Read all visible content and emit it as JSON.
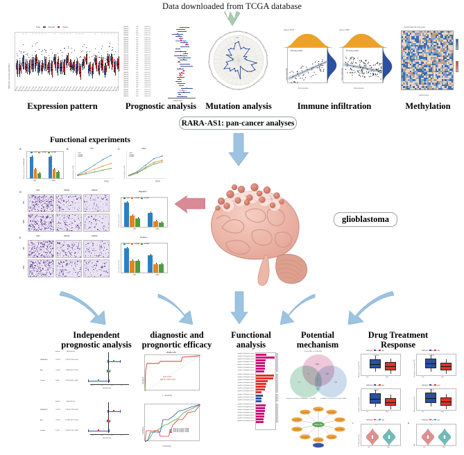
{
  "figure": {
    "header_title": "Data downloaded from TCGA database",
    "center_callout": "RARA-AS1: pan-cancer analyses",
    "disease_callout": "glioblastoma",
    "functional_header": "Functional experiments"
  },
  "colors": {
    "normal_blue": "#2c4b8e",
    "tumor_red": "#a8201a",
    "arrow_green": "#a9ccae",
    "arrow_blue": "#9cc3e0",
    "arrow_pink": "#d98a96",
    "brain_pink": "#eeb0a4",
    "tumor_nodule": "#d4796b",
    "go_bp": "#cc1177",
    "go_cc": "#e03127",
    "go_mf": "#2b4fa2",
    "venn_pink": "#e7b3cc",
    "venn_green": "#a8d5c0",
    "venn_blue": "#b9cfe6",
    "node_orange": "#f0a43c",
    "node_green": "#5aa84f",
    "node_blue": "#3b55a4",
    "shrna1_orange": "#e8821a",
    "shrna2_green": "#4a9e3f",
    "shnc_blue": "#2e7fc1",
    "violin_red": "#e06666",
    "violin_teal": "#3aa9a2",
    "heatmap_blue": "#3b6fb0",
    "heatmap_tan": "#c8a183"
  },
  "top_row": [
    {
      "id": "expression-pattern",
      "label": "Expression pattern",
      "chart_type": "boxplot",
      "ylabel": "RARA-AS1 expression log2(TPM+1)",
      "legend_title": "Type",
      "legend": [
        "Normal",
        "Tumor"
      ],
      "yticks": [
        "0.0",
        "2.5",
        "5.0",
        "7.5"
      ]
    },
    {
      "id": "prognostic-analysis",
      "label": "Prognostic analysis",
      "chart_type": "forest",
      "columns": [
        "Cancer",
        "pvalue",
        "Hazard ratio"
      ],
      "xlabel": "Hazard ratio"
    },
    {
      "id": "mutation-analysis",
      "label": "Mutation analysis",
      "chart_type": "radar",
      "ring_labels": [
        "0.25",
        "-0.25"
      ]
    },
    {
      "id": "immune-infiltration",
      "label": "Immune infiltration",
      "chart_type": "scatter",
      "subplots": [
        {
          "title": "Cancer: KICH",
          "xlabel": "Immunescore",
          "ylabel": "Gene expression"
        },
        {
          "title": "Cancer: KIRP",
          "xlabel": "Immunescore",
          "ylabel": "Gene expression"
        }
      ]
    },
    {
      "id": "methylation",
      "label": "Methylation",
      "chart_type": "heatmap",
      "title": "Coexpression with m6A genes",
      "xlabel": "Cancer types"
    }
  ],
  "functional_experiments": {
    "title": "Functional experiments",
    "panels": [
      {
        "tag": "A",
        "type": "bar",
        "ylabel": "Relative expression of RARA-AS1",
        "categories": [
          "U87",
          "U251"
        ],
        "legend": [
          "shNC",
          "shRNA1",
          "shRNA2"
        ],
        "series": [
          {
            "name": "shNC",
            "values": [
              1.0,
              1.0
            ]
          },
          {
            "name": "shRNA1",
            "values": [
              0.42,
              0.4
            ]
          },
          {
            "name": "shRNA2",
            "values": [
              0.22,
              0.3
            ]
          }
        ],
        "significance": [
          "****",
          "****"
        ]
      },
      {
        "tag": "B",
        "type": "line",
        "title": "U87",
        "xlabel": "(Days)",
        "ylabel": "Cell proliferation (OD)",
        "legend": [
          "shNC",
          "shRNA1",
          "shRNA2"
        ],
        "x": [
          1,
          2,
          3,
          4,
          5
        ],
        "series": [
          {
            "name": "shNC",
            "values": [
              0.2,
              0.6,
              1.1,
              1.6,
              2.0
            ]
          },
          {
            "name": "shRNA1",
            "values": [
              0.15,
              0.4,
              0.7,
              1.0,
              1.25
            ]
          },
          {
            "name": "shRNA2",
            "values": [
              0.12,
              0.28,
              0.45,
              0.62,
              0.78
            ]
          }
        ]
      },
      {
        "tag": "C",
        "type": "line",
        "title": "U251",
        "xlabel": "(Days)",
        "ylabel": "Cell proliferation (OD)",
        "legend": [
          "shNC",
          "shRNA1",
          "shRNA2"
        ],
        "x": [
          1,
          2,
          3,
          4,
          5
        ],
        "series": [
          {
            "name": "shNC",
            "values": [
              0.15,
              0.5,
              1.1,
              1.7,
              1.95
            ]
          },
          {
            "name": "shRNA1",
            "values": [
              0.12,
              0.4,
              0.9,
              1.35,
              1.55
            ]
          },
          {
            "name": "shRNA2",
            "values": [
              0.1,
              0.35,
              0.8,
              1.2,
              1.4
            ]
          }
        ]
      },
      {
        "tag": "D",
        "type": "transwell",
        "assay": "Migration",
        "col_labels": [
          "shNC",
          "shRNA1",
          "shRNA2"
        ],
        "row_labels": [
          "U87",
          "U251"
        ],
        "bar_ylabel": "Cell number per field",
        "bar_categories": [
          "U87",
          "U251"
        ],
        "bar_legend": [
          "shNC",
          "shRNA1",
          "shRNA2"
        ],
        "bar_series": [
          {
            "name": "shNC",
            "values": [
              1400,
              800
            ]
          },
          {
            "name": "shRNA1",
            "values": [
              650,
              330
            ]
          },
          {
            "name": "shRNA2",
            "values": [
              480,
              250
            ]
          }
        ]
      },
      {
        "tag": "E",
        "type": "transwell",
        "assay": "Invasion",
        "col_labels": [
          "shNC",
          "shRNA1",
          "shRNA2"
        ],
        "row_labels": [
          "U87",
          "U251"
        ],
        "bar_ylabel": "Cell number per field",
        "bar_categories": [
          "U87",
          "U251"
        ],
        "bar_legend": [
          "shNC",
          "shRNA1",
          "shRNA2"
        ],
        "bar_series": [
          {
            "name": "shNC",
            "values": [
              1060,
              760
            ]
          },
          {
            "name": "shRNA1",
            "values": [
              520,
              360
            ]
          },
          {
            "name": "shRNA2",
            "values": [
              500,
              350
            ]
          }
        ]
      }
    ]
  },
  "bottom_row": [
    {
      "id": "independent-prognostic-analysis",
      "label_lines": [
        "Independent",
        "prognostic analysis"
      ],
      "chart_type": "forest",
      "columns": [
        "pvalue",
        "Hazard ratio"
      ],
      "xlabel": "Hazard ratio",
      "xticks": [
        "0.0",
        "0.4",
        "0.8",
        "1.2"
      ],
      "panels": [
        {
          "name": "univariate",
          "point_color": "#3fae3f",
          "rows": [
            {
              "variable": "RARA-AS1",
              "pvalue": "<0.001",
              "hr": "1.374(1.133-1.629)"
            },
            {
              "variable": "Age",
              "pvalue": "<0.001",
              "hr": "1.028(1.012-1.051)"
            },
            {
              "variable": "Gender",
              "pvalue": "0.840",
              "hr": "1.001(0.695-1.448)"
            }
          ]
        },
        {
          "name": "multivariate",
          "point_color": "#e03127",
          "rows": [
            {
              "variable": "RARA-AS1",
              "pvalue": "<0.001",
              "hr": "1.313(1.139-1.629)"
            },
            {
              "variable": "Age",
              "pvalue": "<0.001",
              "hr": "1.028(1.012-1.051)"
            },
            {
              "variable": "Gender",
              "pvalue": "0.709",
              "hr": "1.075(0.740-1.560)"
            }
          ]
        }
      ]
    },
    {
      "id": "diagnostic-prognostic-efficacy",
      "label_lines": [
        "diagnostic and",
        "prognortic efficacy"
      ],
      "chart_type": "roc",
      "top": {
        "title": "RARA-AS1",
        "xlabel": "1 - Specificity",
        "ylabel": "Sensitivity",
        "annotation": [
          "AUC: 0.911",
          "95% CI: 0.897-0.937"
        ],
        "curve_color": "#e03127"
      },
      "bottom": {
        "xlabel": "1-Specificity",
        "ylabel": "Sensitivity",
        "legend": [
          {
            "text": "AUC at 1 years: 0.649",
            "color": "#3fae3f"
          },
          {
            "text": "AUC at 3 years: 0.735",
            "color": "#2b4fa2"
          },
          {
            "text": "AUC at 5 years: 0.590",
            "color": "#e03127"
          }
        ]
      }
    },
    {
      "id": "functional-analysis",
      "label_lines": [
        "Functional",
        "analysis"
      ],
      "chart_type": "go-barplot",
      "groups": [
        {
          "name": "BP",
          "color": "#cc1177",
          "values": [
            0.55,
            0.95,
            0.5,
            0.48,
            0.46,
            0.45,
            0.44
          ]
        },
        {
          "name": "CC",
          "color": "#e03127",
          "values": [
            0.92,
            0.88,
            0.6,
            0.55,
            0.5,
            0.45,
            0.3
          ]
        },
        {
          "name": "MF",
          "color": "#2b4fa2",
          "values": [
            0.35,
            0.3,
            0.28
          ]
        },
        {
          "name": "BP2",
          "color": "#cc1177",
          "values": [
            0.5,
            0.48,
            0.46,
            0.44,
            0.42,
            0.4,
            0.38
          ]
        }
      ]
    },
    {
      "id": "potential-mechanism",
      "label_lines": [
        "Potential",
        "mechanism"
      ],
      "chart_type": "venn-network",
      "venn": {
        "top_label": "1.top miRNAs in TCGA-GBM",
        "left_label": "2.negatively correlated with RARA-AS1 in TCGA-GBM",
        "right_label": "3.miRNAs of 5 predicted CTNT target-lncRNAs",
        "counts": [
          "1801",
          "5",
          "382",
          "4",
          "17",
          "37",
          "573"
        ]
      },
      "network": {
        "center": "RARA-AS1",
        "nodes": [
          "hsa-miR-1",
          "hsa-miR-2",
          "hsa-miR-3",
          "hsa-miR-4",
          "hsa-miR-5",
          "hsa-miR-6",
          "hsa-miR-7",
          "hsa-miR-8",
          "hsa-miR-9",
          "hsa-miR-10"
        ]
      }
    },
    {
      "id": "drug-treatment-response",
      "label_lines": [
        "Drug Treatment",
        "Response"
      ],
      "chart_type": "boxplot-violin",
      "legend_title": "RARA-AS1",
      "legend": [
        "Low",
        "High"
      ],
      "boxplots": [
        {
          "tag": "A",
          "ylabel": "Bleomycin senstivity (IC50)",
          "pvalue": "0.00028",
          "low": {
            "q1": 0.32,
            "med": 0.55,
            "q3": 0.78,
            "color": "#2b4fa2"
          },
          "high": {
            "q1": 0.22,
            "med": 0.42,
            "q3": 0.62,
            "color": "#e03127"
          }
        },
        {
          "tag": "B",
          "ylabel": "Camptothecin senstivity (IC50)",
          "pvalue": "0.00018",
          "low": {
            "q1": 0.35,
            "med": 0.58,
            "q3": 0.8,
            "color": "#2b4fa2"
          },
          "high": {
            "q1": 0.22,
            "med": 0.42,
            "q3": 0.6,
            "color": "#e03127"
          }
        },
        {
          "tag": "C",
          "ylabel": "Cisplatin senstivity (IC50)",
          "pvalue": "0.00022",
          "low": {
            "q1": 0.3,
            "med": 0.55,
            "q3": 0.8,
            "color": "#2b4fa2"
          },
          "high": {
            "q1": 0.2,
            "med": 0.38,
            "q3": 0.58,
            "color": "#e03127"
          }
        },
        {
          "tag": "D",
          "ylabel": "Docetaxel senstivity (IC50)",
          "pvalue": "0.00032",
          "low": {
            "q1": 0.33,
            "med": 0.58,
            "q3": 0.82,
            "color": "#2b4fa2"
          },
          "high": {
            "q1": 0.2,
            "med": 0.4,
            "q3": 0.6,
            "color": "#e03127"
          }
        }
      ],
      "violins": [
        {
          "tag": "C",
          "ylabel": "IC-50 Estimate score",
          "pvalue": "***",
          "low_color": "#e06666",
          "high_color": "#3aa9a2",
          "xticks": [
            "Low",
            "High"
          ]
        },
        {
          "tag": "D",
          "ylabel": "TIDE",
          "pvalue": "***",
          "low_color": "#e06666",
          "high_color": "#3aa9a2",
          "xticks": [
            "Low",
            "High"
          ]
        }
      ]
    }
  ]
}
